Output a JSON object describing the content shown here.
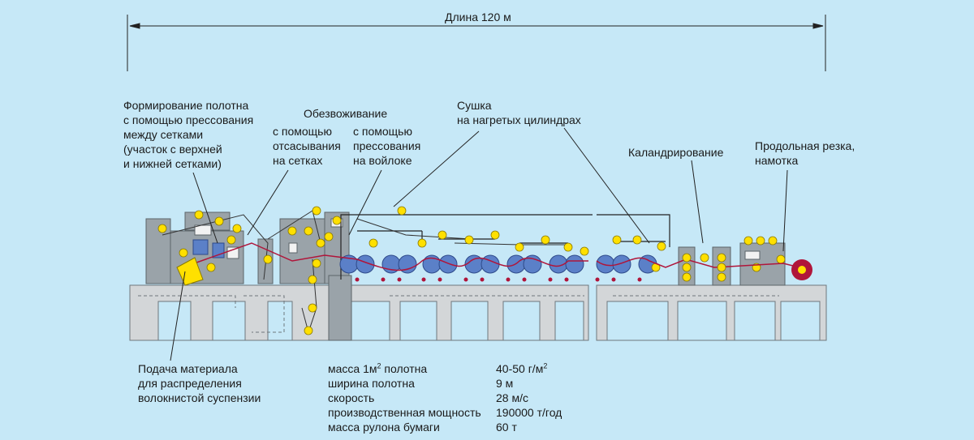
{
  "length_label": "Длина 120 м",
  "labels": {
    "forming": [
      "Формирование полотна",
      "с помощью прессования",
      "между сетками",
      "(участок с верхней",
      "и нижней сетками)"
    ],
    "dewatering_title": "Обезвоживание",
    "suction": [
      "с помощью",
      "отсасывания",
      "на сетках"
    ],
    "pressing": [
      "с помощью",
      "прессования",
      "на войлоке"
    ],
    "drying": [
      "Сушка",
      "на нагретых цилиндрах"
    ],
    "calendering": "Каландрирование",
    "slitting": [
      "Продольная резка,",
      "намотка"
    ],
    "feed": [
      "Подача материала",
      "для распределения",
      "волокнистой суспензии"
    ]
  },
  "specs": [
    {
      "name_pre": "масса 1м",
      "name_sup": "2",
      "name_post": " полотна",
      "value_pre": "40-50 г/м",
      "value_sup": "2"
    },
    {
      "name_pre": "ширина полотна",
      "name_sup": "",
      "name_post": "",
      "value_pre": "9 м",
      "value_sup": ""
    },
    {
      "name_pre": "скорость",
      "name_sup": "",
      "name_post": "",
      "value_pre": "28 м/с",
      "value_sup": ""
    },
    {
      "name_pre": "производственная мощность",
      "name_sup": "",
      "name_post": "",
      "value_pre": "190000 т/год",
      "value_sup": ""
    },
    {
      "name_pre": "масса рулона бумаги",
      "name_sup": "",
      "name_post": "",
      "value_pre": "60 т",
      "value_sup": ""
    }
  ],
  "colors": {
    "background": "#c6e8f7",
    "machine": "#9aa3a9",
    "floor": "#d3d6d8",
    "roller_yellow": "#ffe000",
    "cylinder_blue": "#5b80c8",
    "web_red": "#b0153a",
    "reel_red": "#b0153a",
    "forming_box": "#5b80c8"
  }
}
